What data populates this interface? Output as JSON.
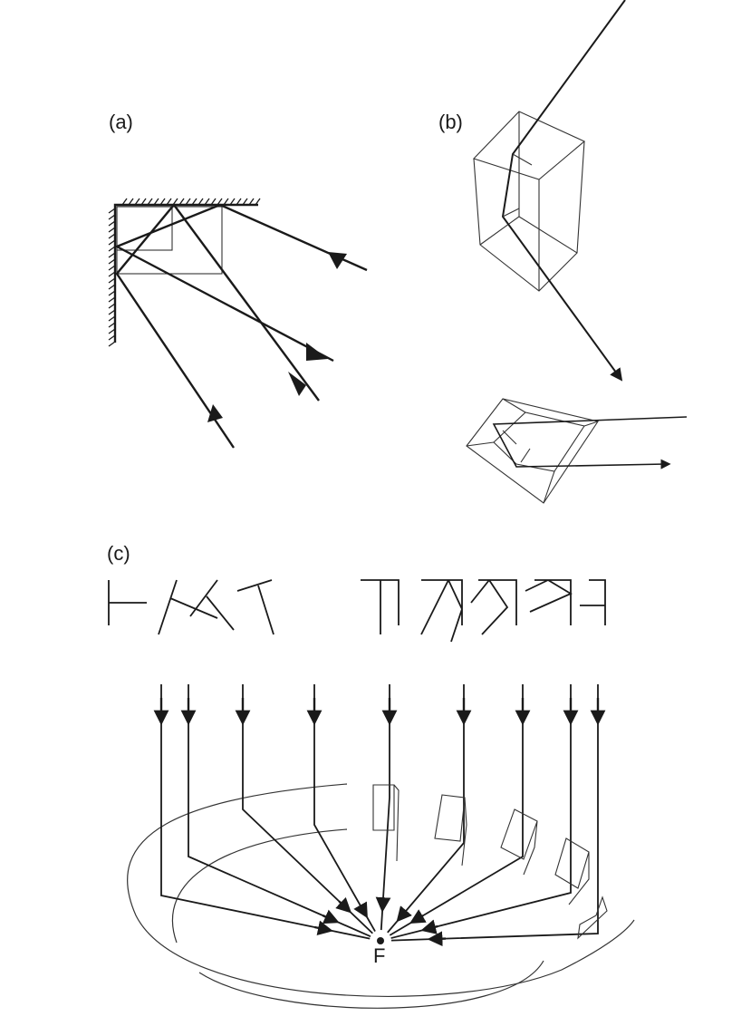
{
  "panels": {
    "a": {
      "label": "(a)"
    },
    "b": {
      "label": "(b)"
    },
    "c": {
      "label": "(c)",
      "focus_label": "F"
    }
  }
}
